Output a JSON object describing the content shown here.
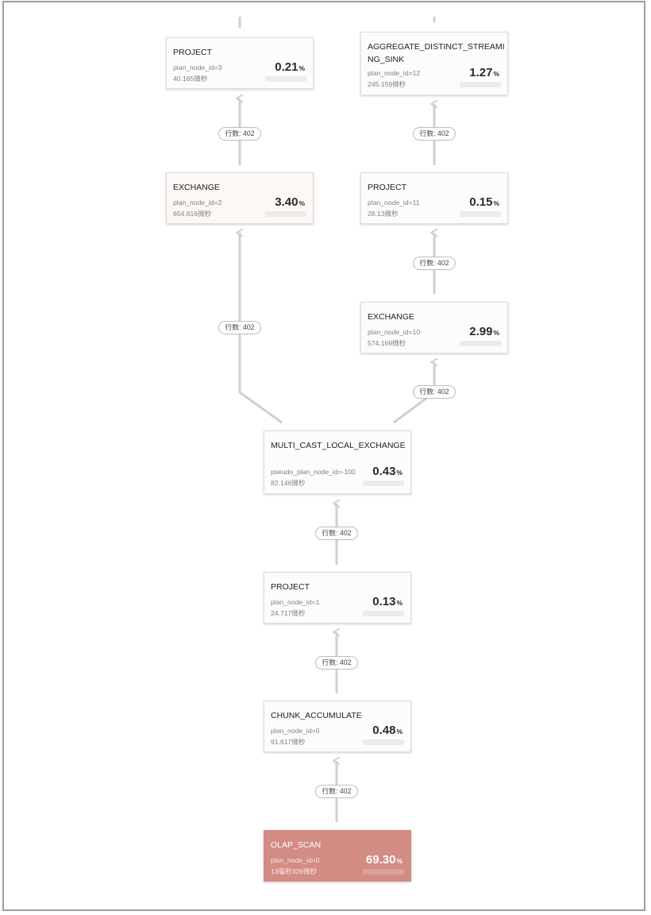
{
  "nodes": [
    {
      "id": "project3",
      "name": "PROJECT",
      "plan_id": "plan_node_id=3",
      "time": "40.165微秒",
      "percent": "0.21",
      "unit": "%"
    },
    {
      "id": "agg12",
      "name": "AGGREGATE_DISTINCT_STREAMING_SINK",
      "plan_id": "plan_node_id=12",
      "time": "245.159微秒",
      "percent": "1.27",
      "unit": "%"
    },
    {
      "id": "exchange2",
      "name": "EXCHANGE",
      "plan_id": "plan_node_id=2",
      "time": "654.616微秒",
      "percent": "3.40",
      "unit": "%"
    },
    {
      "id": "project11",
      "name": "PROJECT",
      "plan_id": "plan_node_id=11",
      "time": "28.13微秒",
      "percent": "0.15",
      "unit": "%"
    },
    {
      "id": "exchange10",
      "name": "EXCHANGE",
      "plan_id": "plan_node_id=10",
      "time": "574.169微秒",
      "percent": "2.99",
      "unit": "%"
    },
    {
      "id": "multicast",
      "name": "MULTI_CAST_LOCAL_EXCHANGE",
      "plan_id": "pseudo_plan_node_id=-100",
      "time": "82.146微秒",
      "percent": "0.43",
      "unit": "%"
    },
    {
      "id": "project1",
      "name": "PROJECT",
      "plan_id": "plan_node_id=1",
      "time": "24.717微秒",
      "percent": "0.13",
      "unit": "%"
    },
    {
      "id": "chunk0",
      "name": "CHUNK_ACCUMULATE",
      "plan_id": "plan_node_id=0",
      "time": "91.617微秒",
      "percent": "0.48",
      "unit": "%"
    },
    {
      "id": "olap0",
      "name": "OLAP_SCAN",
      "plan_id": "plan_node_id=0",
      "time": "13毫秒326微秒",
      "percent": "69.30",
      "unit": "%"
    }
  ],
  "edge_labels": [
    {
      "id": "e-ex2-p3",
      "text": "行数: 402"
    },
    {
      "id": "e-p11-agg",
      "text": "行数: 402"
    },
    {
      "id": "e-ex10-p11",
      "text": "行数: 402"
    },
    {
      "id": "e-mc-ex2",
      "text": "行数: 402"
    },
    {
      "id": "e-mc-ex10",
      "text": "行数: 402"
    },
    {
      "id": "e-p1-mc",
      "text": "行数: 402"
    },
    {
      "id": "e-c0-p1",
      "text": "行数: 402"
    },
    {
      "id": "e-olap-c0",
      "text": "行数: 402"
    }
  ],
  "colors": {
    "edge": "#cfcfcf",
    "hot_node": "#d28c84",
    "warm_node": "#fdf7f6",
    "frame_border": "#9e9e9e"
  }
}
